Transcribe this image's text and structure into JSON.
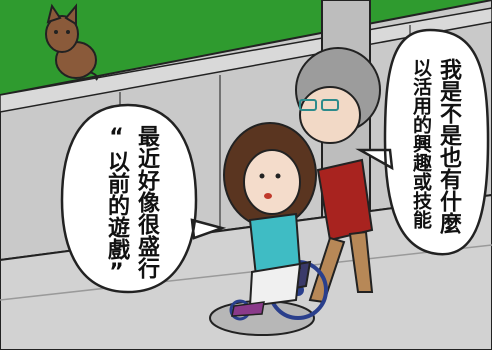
{
  "speech_right": {
    "lines": [
      "我是不是也有什麼",
      "以活用的興趣或技能"
    ]
  },
  "speech_left": {
    "lines": [
      "最近好像很盛行",
      "“以前的遊戲”"
    ]
  },
  "colors": {
    "grass": "#2f9b2f",
    "wall": "#c9c9c9",
    "ground": "#d2d2d2",
    "outline": "#222222",
    "girl_shirt": "#3fbcc4",
    "man_sweater": "#a8231f",
    "hair": "#5a3520"
  }
}
